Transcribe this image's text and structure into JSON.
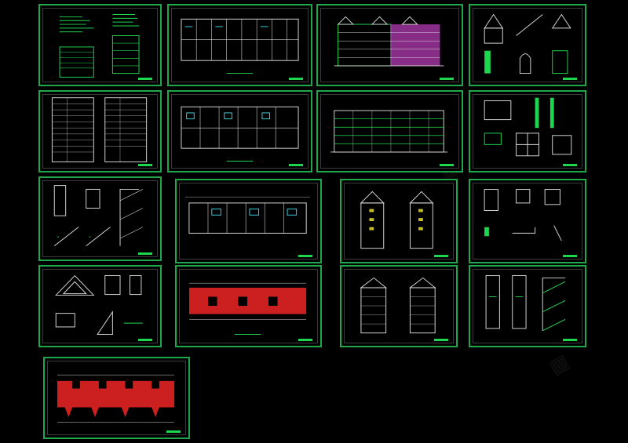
{
  "theme": {
    "background": "#000000",
    "frame": "#1fa84a",
    "line": "#d8d8d8",
    "accent_green": "#1fd64f",
    "accent_magenta": "#c040c0",
    "accent_red": "#cc1f1f",
    "accent_cyan": "#3ad0e0"
  },
  "sheets": [
    {
      "id": "cover",
      "kind": "notes"
    },
    {
      "id": "plan-ground",
      "kind": "plan"
    },
    {
      "id": "elevation-front-color",
      "kind": "elevation-color"
    },
    {
      "id": "details-roof",
      "kind": "details"
    },
    {
      "id": "schedule-table",
      "kind": "table"
    },
    {
      "id": "plan-standard",
      "kind": "plan"
    },
    {
      "id": "elevation-rear",
      "kind": "elevation"
    },
    {
      "id": "details-wall",
      "kind": "details"
    },
    {
      "id": "stair-details",
      "kind": "stair"
    },
    {
      "id": "plan-upper",
      "kind": "plan"
    },
    {
      "id": "elevation-side",
      "kind": "side"
    },
    {
      "id": "details-window",
      "kind": "details"
    },
    {
      "id": "roof-details",
      "kind": "roof"
    },
    {
      "id": "plan-roof",
      "kind": "plan-red"
    },
    {
      "id": "section",
      "kind": "side"
    },
    {
      "id": "stair-section",
      "kind": "stair"
    },
    {
      "id": "roof-plan",
      "kind": "roof-red"
    }
  ]
}
